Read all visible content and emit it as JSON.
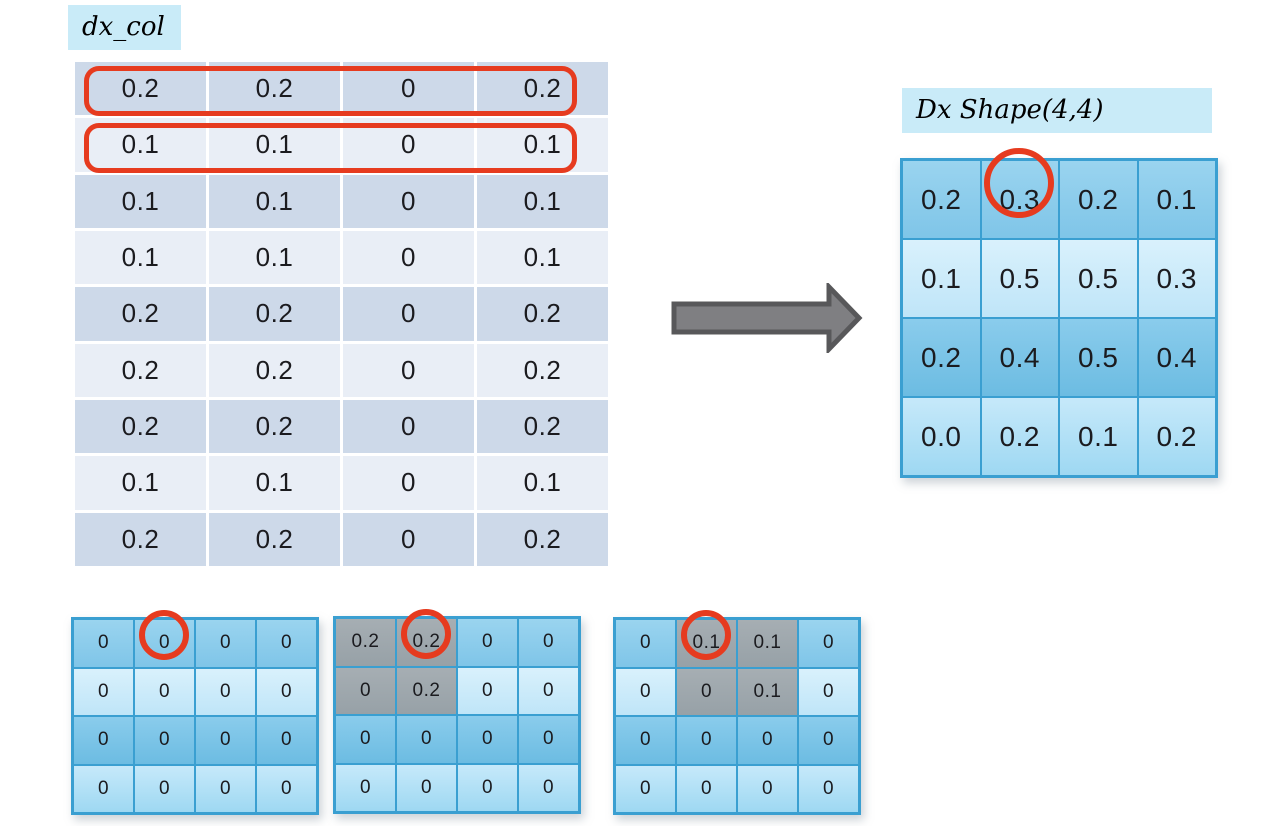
{
  "labels": {
    "dx_col": "dx_col",
    "dx_shape": "Dx Shape(4,4)"
  },
  "colors": {
    "label_bg": "#c9ebf8",
    "table_row_dark": "#cdd9e9",
    "table_row_light": "#e9eef6",
    "matrix_border": "#3a9fd1",
    "matrix_row_shades": [
      "#8ccbe9",
      "#c9e8f9",
      "#7cc4e7",
      "#a8dcf4"
    ],
    "gray_cell": "#9aa5ab",
    "highlight_red": "#e63b1f",
    "arrow_fill": "#7f7f82",
    "arrow_stroke": "#58585a"
  },
  "dx_col_table": {
    "rows": [
      [
        "0.2",
        "0.2",
        "0",
        "0.2"
      ],
      [
        "0.1",
        "0.1",
        "0",
        "0.1"
      ],
      [
        "0.1",
        "0.1",
        "0",
        "0.1"
      ],
      [
        "0.1",
        "0.1",
        "0",
        "0.1"
      ],
      [
        "0.2",
        "0.2",
        "0",
        "0.2"
      ],
      [
        "0.2",
        "0.2",
        "0",
        "0.2"
      ],
      [
        "0.2",
        "0.2",
        "0",
        "0.2"
      ],
      [
        "0.1",
        "0.1",
        "0",
        "0.1"
      ],
      [
        "0.2",
        "0.2",
        "0",
        "0.2"
      ]
    ],
    "outlined_rows": [
      0,
      1
    ]
  },
  "arrow": {
    "direction": "right"
  },
  "dx_matrix": {
    "rows": [
      [
        "0.2",
        "0.3",
        "0.2",
        "0.1"
      ],
      [
        "0.1",
        "0.5",
        "0.5",
        "0.3"
      ],
      [
        "0.2",
        "0.4",
        "0.5",
        "0.4"
      ],
      [
        "0.0",
        "0.2",
        "0.1",
        "0.2"
      ]
    ],
    "circled_cell": {
      "row": 0,
      "col": 1
    }
  },
  "bottom_matrices": [
    {
      "rows": [
        [
          "0",
          "0",
          "0",
          "0"
        ],
        [
          "0",
          "0",
          "0",
          "0"
        ],
        [
          "0",
          "0",
          "0",
          "0"
        ],
        [
          "0",
          "0",
          "0",
          "0"
        ]
      ],
      "gray_cells": [],
      "circled_cell": {
        "row": 0,
        "col": 1
      }
    },
    {
      "rows": [
        [
          "0.2",
          "0.2",
          "0",
          "0"
        ],
        [
          "0",
          "0.2",
          "0",
          "0"
        ],
        [
          "0",
          "0",
          "0",
          "0"
        ],
        [
          "0",
          "0",
          "0",
          "0"
        ]
      ],
      "gray_cells": [
        [
          0,
          0
        ],
        [
          0,
          1
        ],
        [
          1,
          0
        ],
        [
          1,
          1
        ]
      ],
      "circled_cell": {
        "row": 0,
        "col": 1
      }
    },
    {
      "rows": [
        [
          "0",
          "0.1",
          "0.1",
          "0"
        ],
        [
          "0",
          "0",
          "0.1",
          "0"
        ],
        [
          "0",
          "0",
          "0",
          "0"
        ],
        [
          "0",
          "0",
          "0",
          "0"
        ]
      ],
      "gray_cells": [
        [
          0,
          1
        ],
        [
          0,
          2
        ],
        [
          1,
          1
        ],
        [
          1,
          2
        ]
      ],
      "circled_cell": {
        "row": 0,
        "col": 1
      }
    }
  ]
}
